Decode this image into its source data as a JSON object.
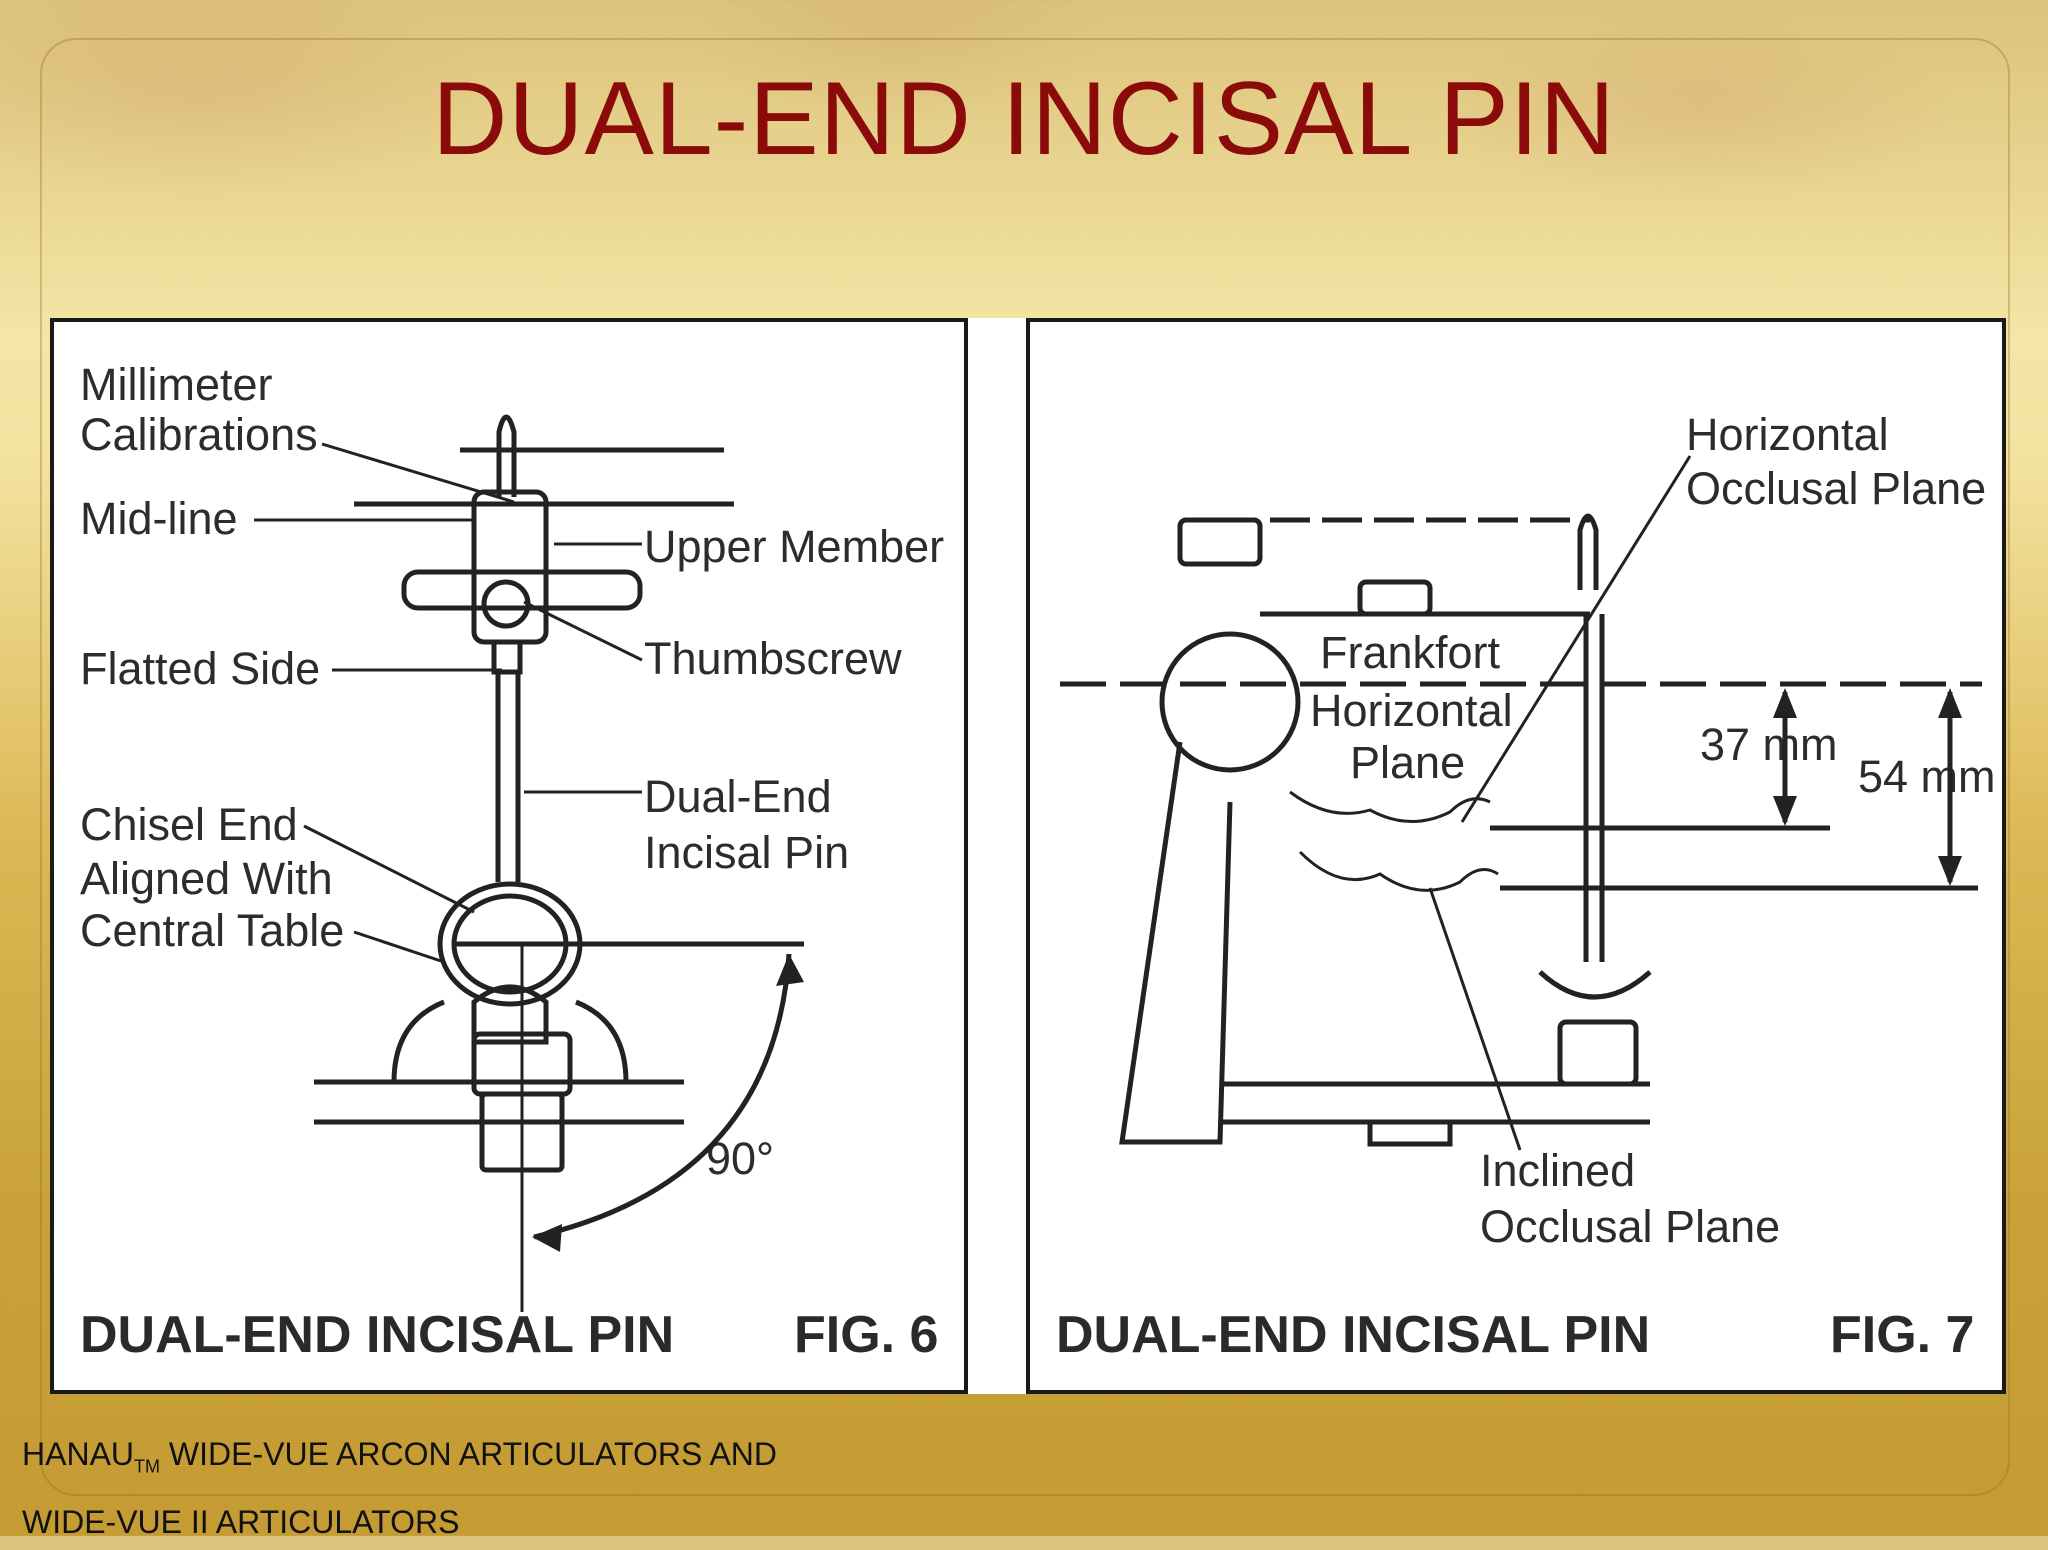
{
  "title": "DUAL-END INCISAL PIN",
  "figure_left": {
    "labels": {
      "millimeter": "Millimeter",
      "calibrations": "Calibrations",
      "midline": "Mid-line",
      "upper_member": "Upper Member",
      "thumbscrew": "Thumbscrew",
      "flatted_side": "Flatted Side",
      "dual_end": "Dual-End",
      "incisal_pin": "Incisal Pin",
      "chisel_end": "Chisel End",
      "aligned_with": "Aligned With",
      "central_table": "Central Table",
      "angle": "90°"
    },
    "caption": "DUAL-END INCISAL PIN",
    "fig": "FIG. 6"
  },
  "figure_right": {
    "labels": {
      "horizontal": "Horizontal",
      "occlusal_plane": "Occlusal Plane",
      "frankfort": "Frankfort",
      "horizontal2": "Horizontal",
      "plane": "Plane",
      "dim1": "37 mm",
      "dim2": "54 mm",
      "inclined": "Inclined",
      "occlusal_plane2": "Occlusal Plane"
    },
    "caption": "DUAL-END INCISAL PIN",
    "fig": "FIG. 7"
  },
  "footer": {
    "brand": "HANAU",
    "tm": "TM",
    "line1_rest": " WIDE-VUE ARCON ARTICULATORS AND",
    "line2": "WIDE-VUE II ARTICULATORS"
  }
}
